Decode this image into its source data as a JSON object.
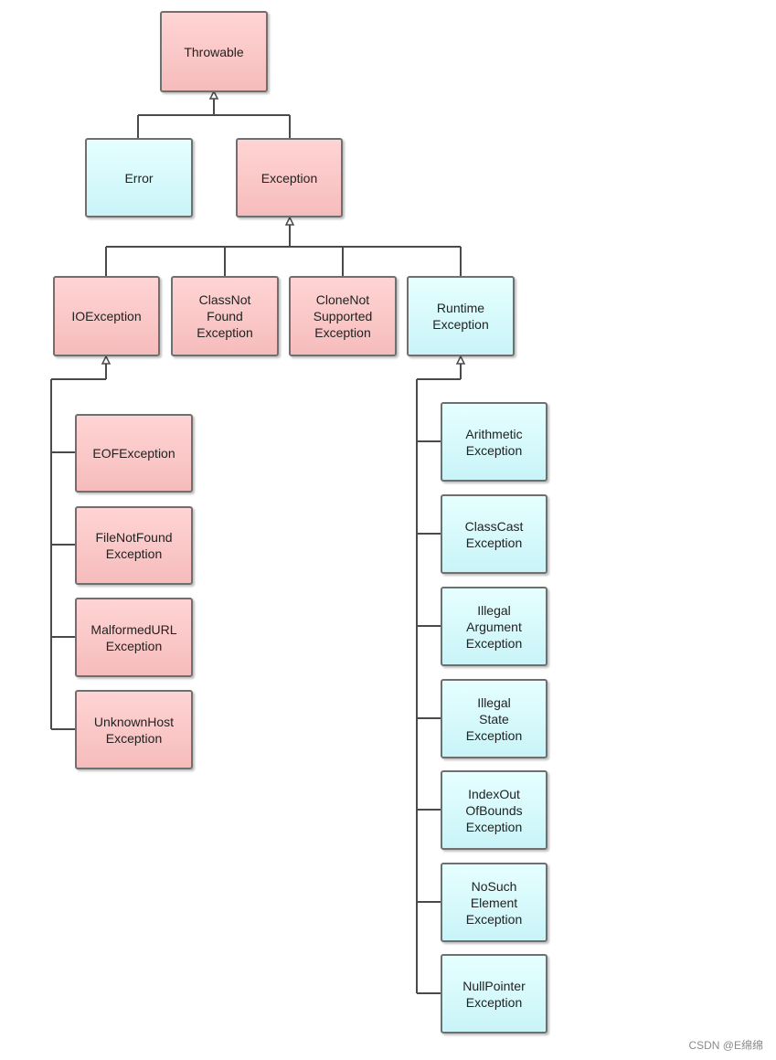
{
  "colors": {
    "checked": "#f6bcbc",
    "unchecked": "#c9f4f8",
    "connector": "#4a4a4a"
  },
  "nodes": {
    "throwable": "Throwable",
    "error": "Error",
    "exception": "Exception",
    "ioexception": "IOException",
    "classnotfound": "ClassNot\nFound\nException",
    "clonenotsupported": "CloneNot\nSupported\nException",
    "runtime": "Runtime\nException",
    "eof": "EOFException",
    "filenotfound": "FileNotFound\nException",
    "malformedurl": "MalformedURL\nException",
    "unknownhost": "UnknownHost\nException",
    "arithmetic": "Arithmetic\nException",
    "classcast": "ClassCast\nException",
    "illegalargument": "Illegal\nArgument\nException",
    "illegalstate": "Illegal\nState\nException",
    "indexoutofbounds": "IndexOut\nOfBounds\nException",
    "nosuchelement": "NoSuch\nElement\nException",
    "nullpointer": "NullPointer\nException"
  },
  "watermark": "CSDN @E绵绵"
}
